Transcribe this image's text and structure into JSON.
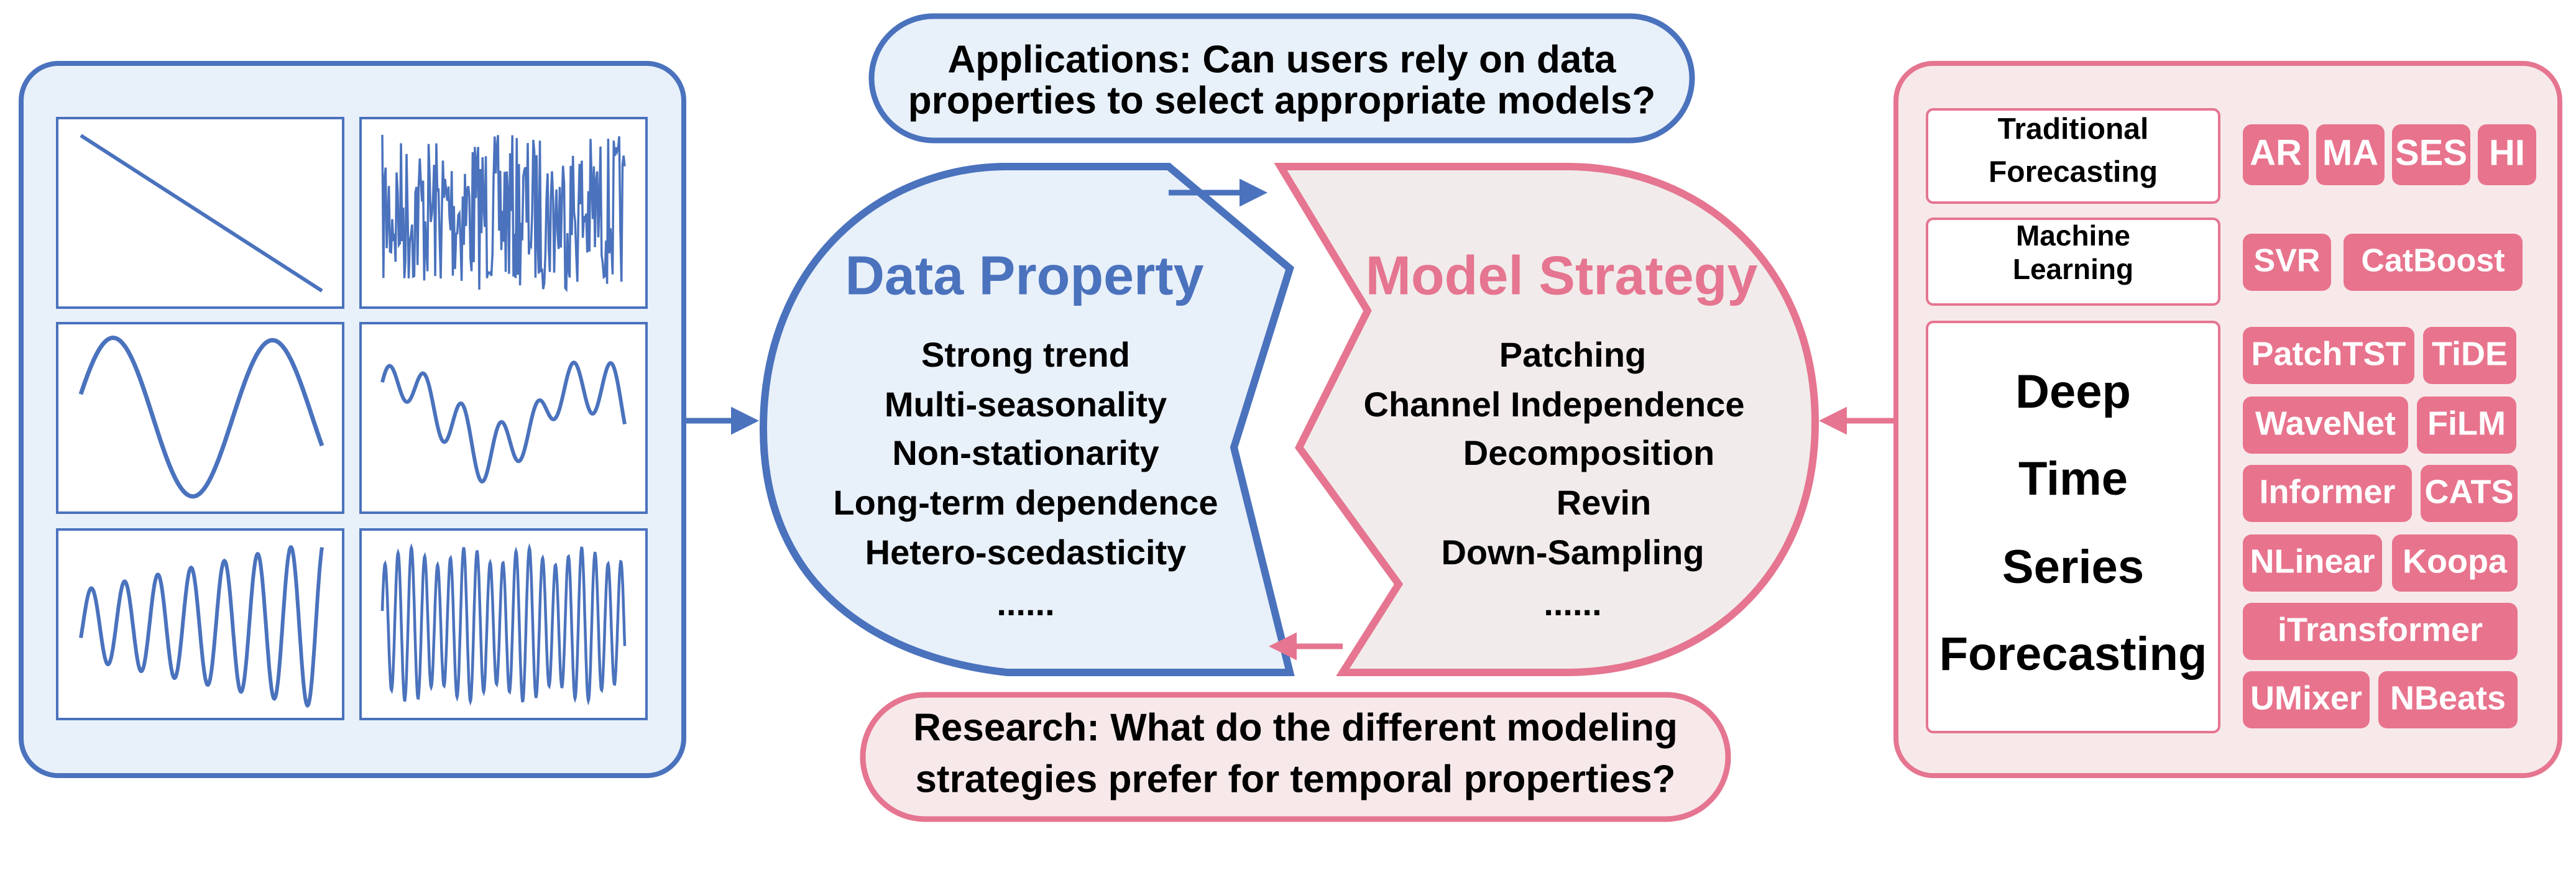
{
  "colors": {
    "blue": "#4a72bd",
    "blue_fill": "#e8f0fa",
    "pink": "#e57590",
    "pink_light": "#f1f0f0",
    "pink_panel": "#f7e9ea",
    "pink_tag": "#e8738d",
    "text": "#000000",
    "title_blue": "#4a72bd",
    "title_pink": "#e57590"
  },
  "applications": {
    "line1": "Applications:  Can users rely on data",
    "line2": "properties to select appropriate models?"
  },
  "research": {
    "line1": "Research: What do the different modeling",
    "line2": "strategies prefer for temporal properties?"
  },
  "data_property": {
    "title": "Data Property",
    "items": [
      "Strong trend",
      "Multi-seasonality",
      "Non-stationarity",
      "Long-term dependence",
      "Hetero-scedasticity",
      "......"
    ]
  },
  "model_strategy": {
    "title": "Model Strategy",
    "items": [
      "Patching",
      "Channel Independence",
      "Decomposition",
      "Revin",
      "Down-Sampling",
      "......"
    ]
  },
  "traditional": {
    "label1": "Traditional",
    "label2": "Forecasting",
    "tags": [
      "AR",
      "MA",
      "SES",
      "HI"
    ]
  },
  "machine_learning": {
    "label1": "Machine",
    "label2": "Learning",
    "tags": [
      "SVR",
      "CatBoost"
    ]
  },
  "deep": {
    "lines": [
      "Deep",
      "Time",
      "Series",
      "Forecasting"
    ],
    "tags": [
      "PatchTST",
      "TiDE",
      "WaveNet",
      "FiLM",
      "Informer",
      "CATS",
      "NLinear",
      "Koopa",
      "iTransformer",
      "UMixer",
      "NBeats"
    ]
  },
  "mini_plots": [
    {
      "kind": "trend"
    },
    {
      "kind": "noise"
    },
    {
      "kind": "single-seasonality"
    },
    {
      "kind": "multi-seasonality"
    },
    {
      "kind": "heteroscedastic-seasonality"
    },
    {
      "kind": "high-frequency"
    }
  ]
}
